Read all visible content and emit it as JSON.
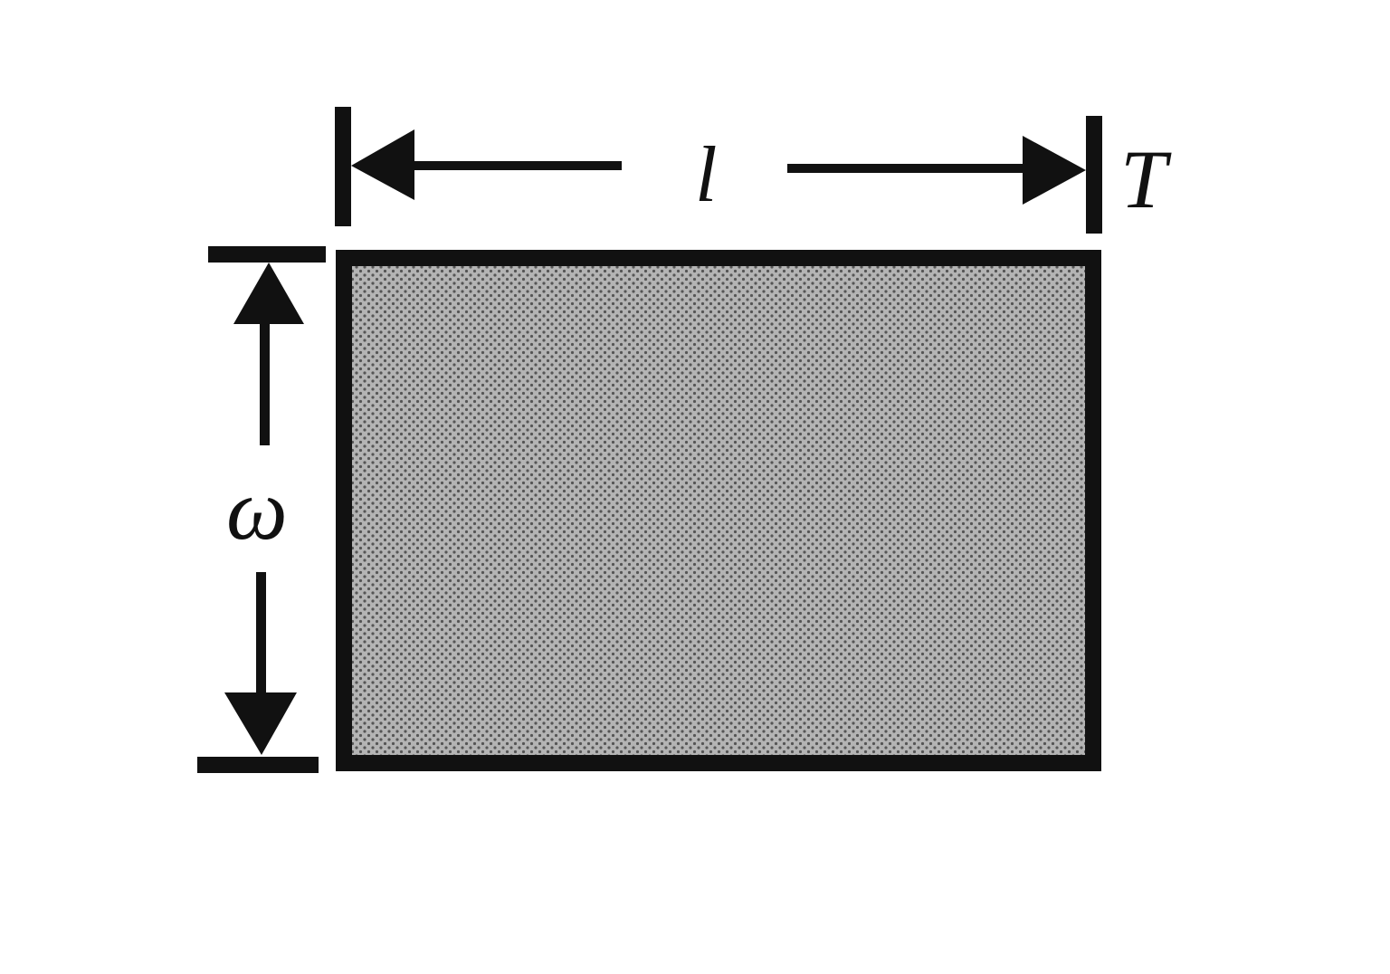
{
  "diagram": {
    "type": "dimensioned-rectangle",
    "description": "Rectangular slab with length and width dimension arrows",
    "labels": {
      "length": "l",
      "width": "ω",
      "thickness": "T"
    },
    "colors": {
      "stroke": "#111111",
      "fill": "#a8a8a8",
      "dot": "#555555",
      "background": "#ffffff"
    }
  }
}
